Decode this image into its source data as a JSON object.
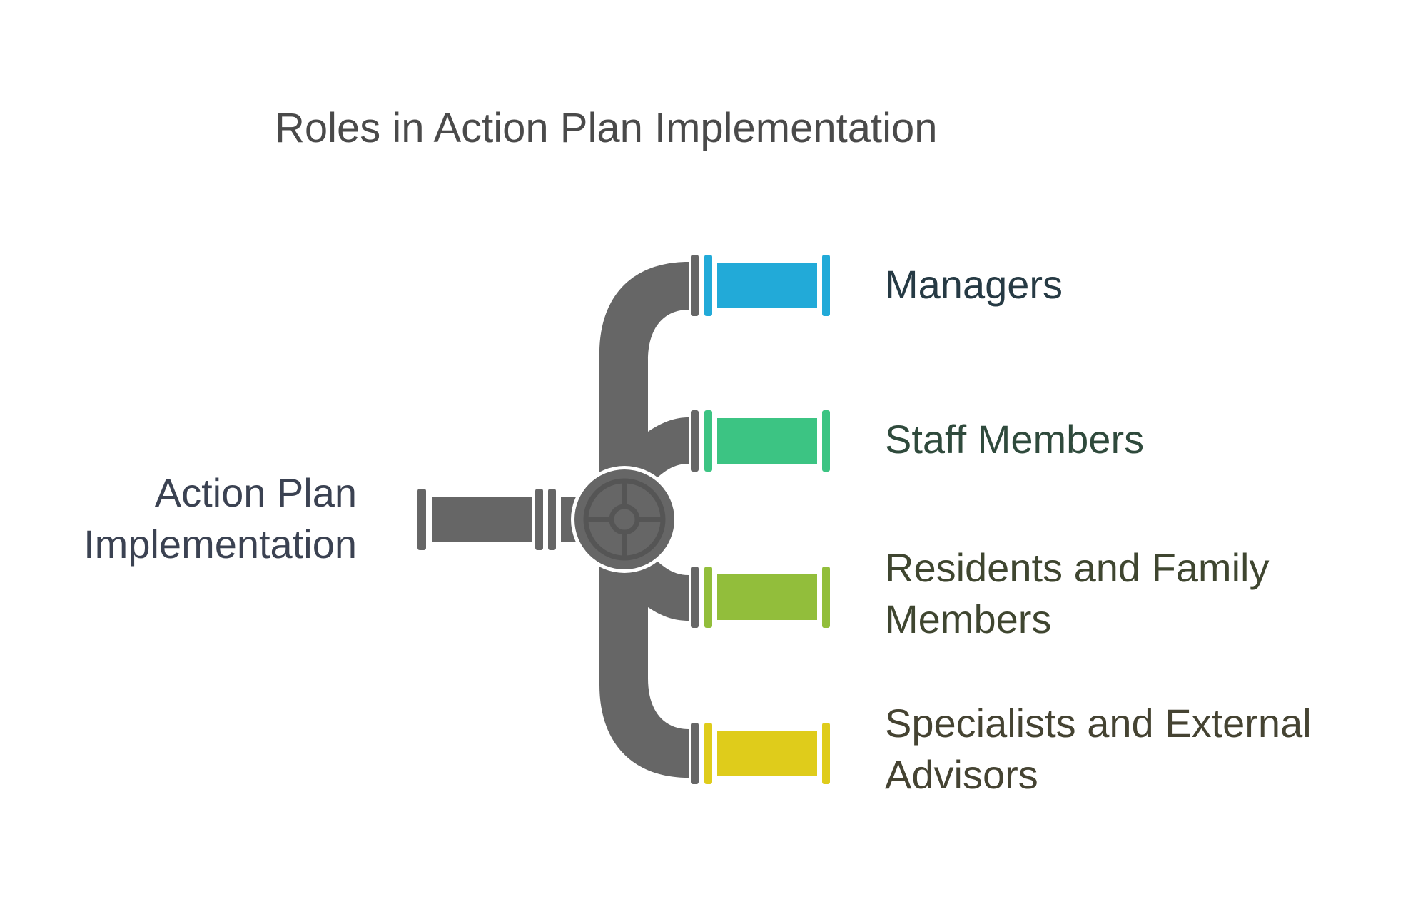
{
  "title": "Roles in Action Plan Implementation",
  "source": {
    "label_line1": "Action Plan",
    "label_line2": "Implementation",
    "pipe_color": "#666666"
  },
  "roles": [
    {
      "label": "Managers",
      "color": "#22aad8",
      "text_color": "#263a44"
    },
    {
      "label": "Staff Members",
      "color": "#3cc483",
      "text_color": "#2f4a3c"
    },
    {
      "label": "Residents and Family Members",
      "color": "#92be3b",
      "text_color": "#3f4630"
    },
    {
      "label": "Specialists and External Advisors",
      "color": "#dfcc1b",
      "text_color": "#454332"
    }
  ],
  "hub": {
    "icon": "valve-wheel-icon",
    "color": "#555555"
  }
}
